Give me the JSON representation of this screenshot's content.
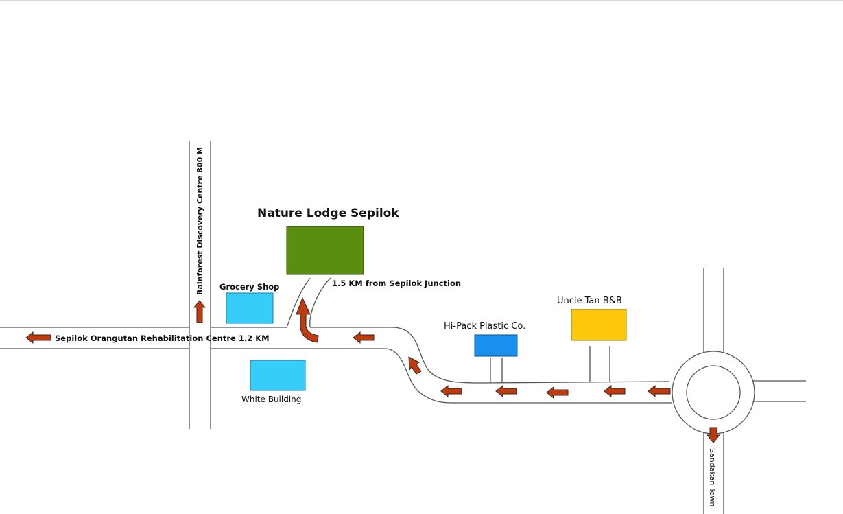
{
  "colors": {
    "lodge": "#5b8e0e",
    "light_building": "#36cdfb",
    "hipack": "#1a90ee",
    "uncle_tan": "#fdc80c",
    "arrow": "#c03a0c",
    "road": "#555555"
  },
  "labels": {
    "title": "Nature Lodge Sepilok",
    "distance": "1.5 KM from Sepilok Junction",
    "grocery": "Grocery Shop",
    "white_building": "White Building",
    "hipack": "Hi-Pack Plastic Co.",
    "uncle_tan": "Uncle Tan B&B",
    "orangutan": "Sepilok Orangutan Rehabilitation Centre 1.2 KM",
    "rainforest": "Rainforest Discovery Centre  800 M",
    "sandakan": "Sandakan Town"
  },
  "icons": {
    "direction_arrow": "red-arrow-icon"
  }
}
